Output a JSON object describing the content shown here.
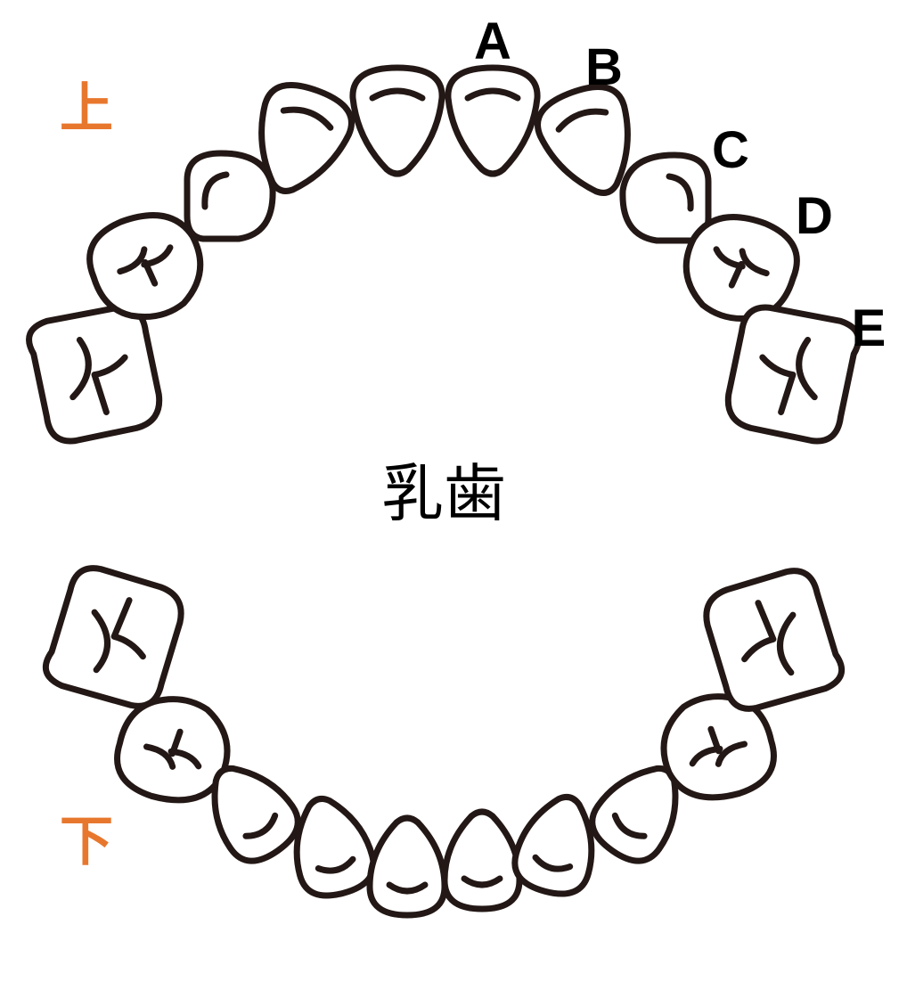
{
  "labels": {
    "a": "A",
    "b": "B",
    "c": "C",
    "d": "D",
    "e": "E"
  },
  "jaw": {
    "upper": "上",
    "lower": "下"
  },
  "title": "乳歯",
  "colors": {
    "jaw_label": "#E8772E",
    "outline": "#231815"
  }
}
